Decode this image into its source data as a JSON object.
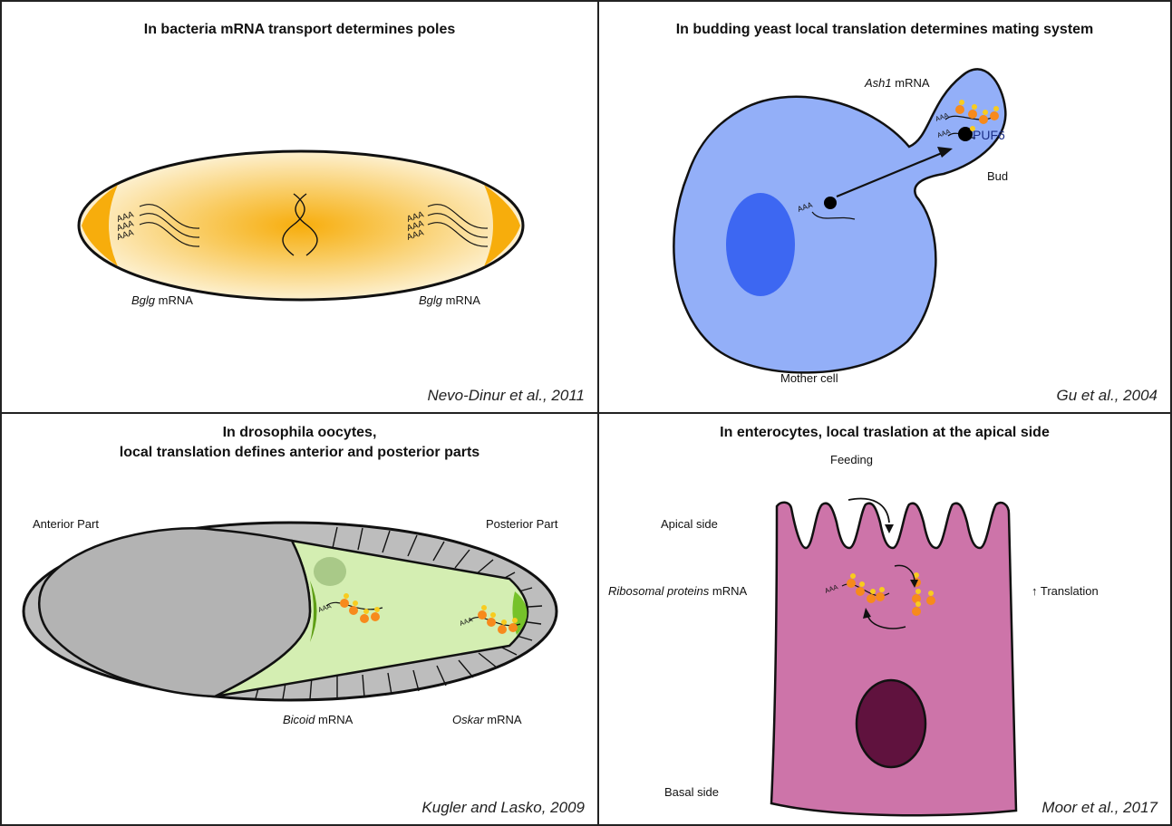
{
  "panels": {
    "bacteria": {
      "title": "In bacteria mRNA transport determines poles",
      "label_left_gene": "Bglg",
      "label_left_suffix": " mRNA",
      "label_right_gene": "Bglg",
      "label_right_suffix": " mRNA",
      "polya": "AAA",
      "citation": "Nevo-Dinur et al., 2011"
    },
    "yeast": {
      "title": "In budding yeast local translation determines mating system",
      "ash1_gene": "Ash1",
      "ash1_suffix": " mRNA",
      "puf6": "PUF6",
      "bud": "Bud",
      "mother": "Mother cell",
      "polya": "AAA",
      "citation": "Gu et al., 2004"
    },
    "drosophila": {
      "title_line1": "In drosophila oocytes,",
      "title_line2": "local translation defines anterior and posterior parts",
      "anterior": "Anterior Part",
      "posterior": "Posterior Part",
      "bicoid_gene": "Bicoid",
      "bicoid_suffix": " mRNA",
      "oskar_gene": "Oskar",
      "oskar_suffix": " mRNA",
      "polya": "AAA",
      "citation": "Kugler and Lasko, 2009"
    },
    "enterocyte": {
      "title": "In enterocytes, local traslation at the apical side",
      "feeding": "Feeding",
      "apical": "Apical side",
      "basal": "Basal side",
      "ribo_gene": "Ribosomal proteins",
      "ribo_suffix": " mRNA",
      "translation": "↑ Translation",
      "polya": "AAA",
      "citation": "Moor et al., 2017"
    }
  },
  "colors": {
    "bacteria_light": "#fdf0cf",
    "bacteria_core": "#f7ad0c",
    "yeast_cell": "#93aff8",
    "yeast_nucleus": "#3d67f2",
    "oocyte_gray": "#b3b3b3",
    "oocyte_green": "#d4eeb2",
    "enterocyte": "#cd74a9",
    "enterocyte_nucleus": "#60123e",
    "ribosome_large": "#f78a1c",
    "ribosome_small": "#f8cc1e"
  }
}
